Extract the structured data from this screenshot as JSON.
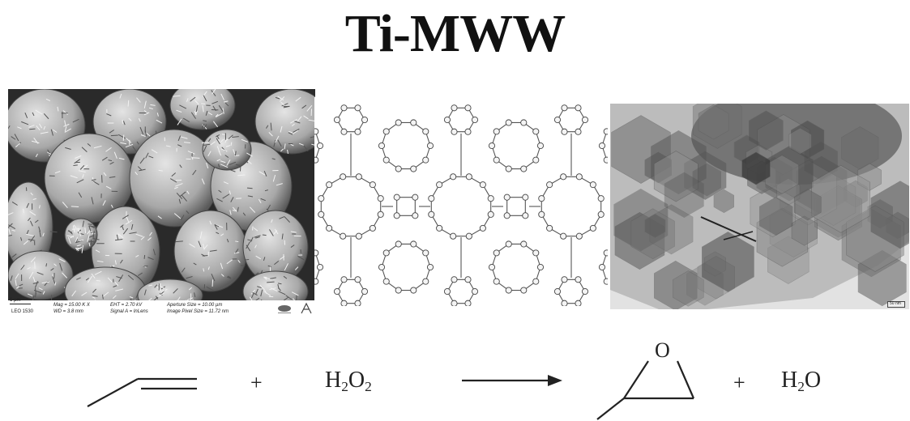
{
  "title": "Ti-MWW",
  "sem_image": {
    "scale_bar": "1 µm",
    "instrument": "LEO 1530",
    "mag": "Mag = 15.00 K X",
    "wd": "WD = 3.8 mm",
    "eht": "EHT = 2.70 kV",
    "signal": "Signal A = InLens",
    "aperture": "Aperture Size = 10.00 µm",
    "pixel_size": "Image Pixel Size = 11.72 nm"
  },
  "tem_image": {
    "scale_bar": "50 nm"
  },
  "reaction": {
    "plus1": "+",
    "reactant2": {
      "main": "H",
      "sub1": "2",
      "mid": "O",
      "sub2": "2"
    },
    "plus2": "+",
    "epoxide_atom": "O",
    "product2": {
      "main": "H",
      "sub1": "2",
      "mid": "O"
    }
  }
}
